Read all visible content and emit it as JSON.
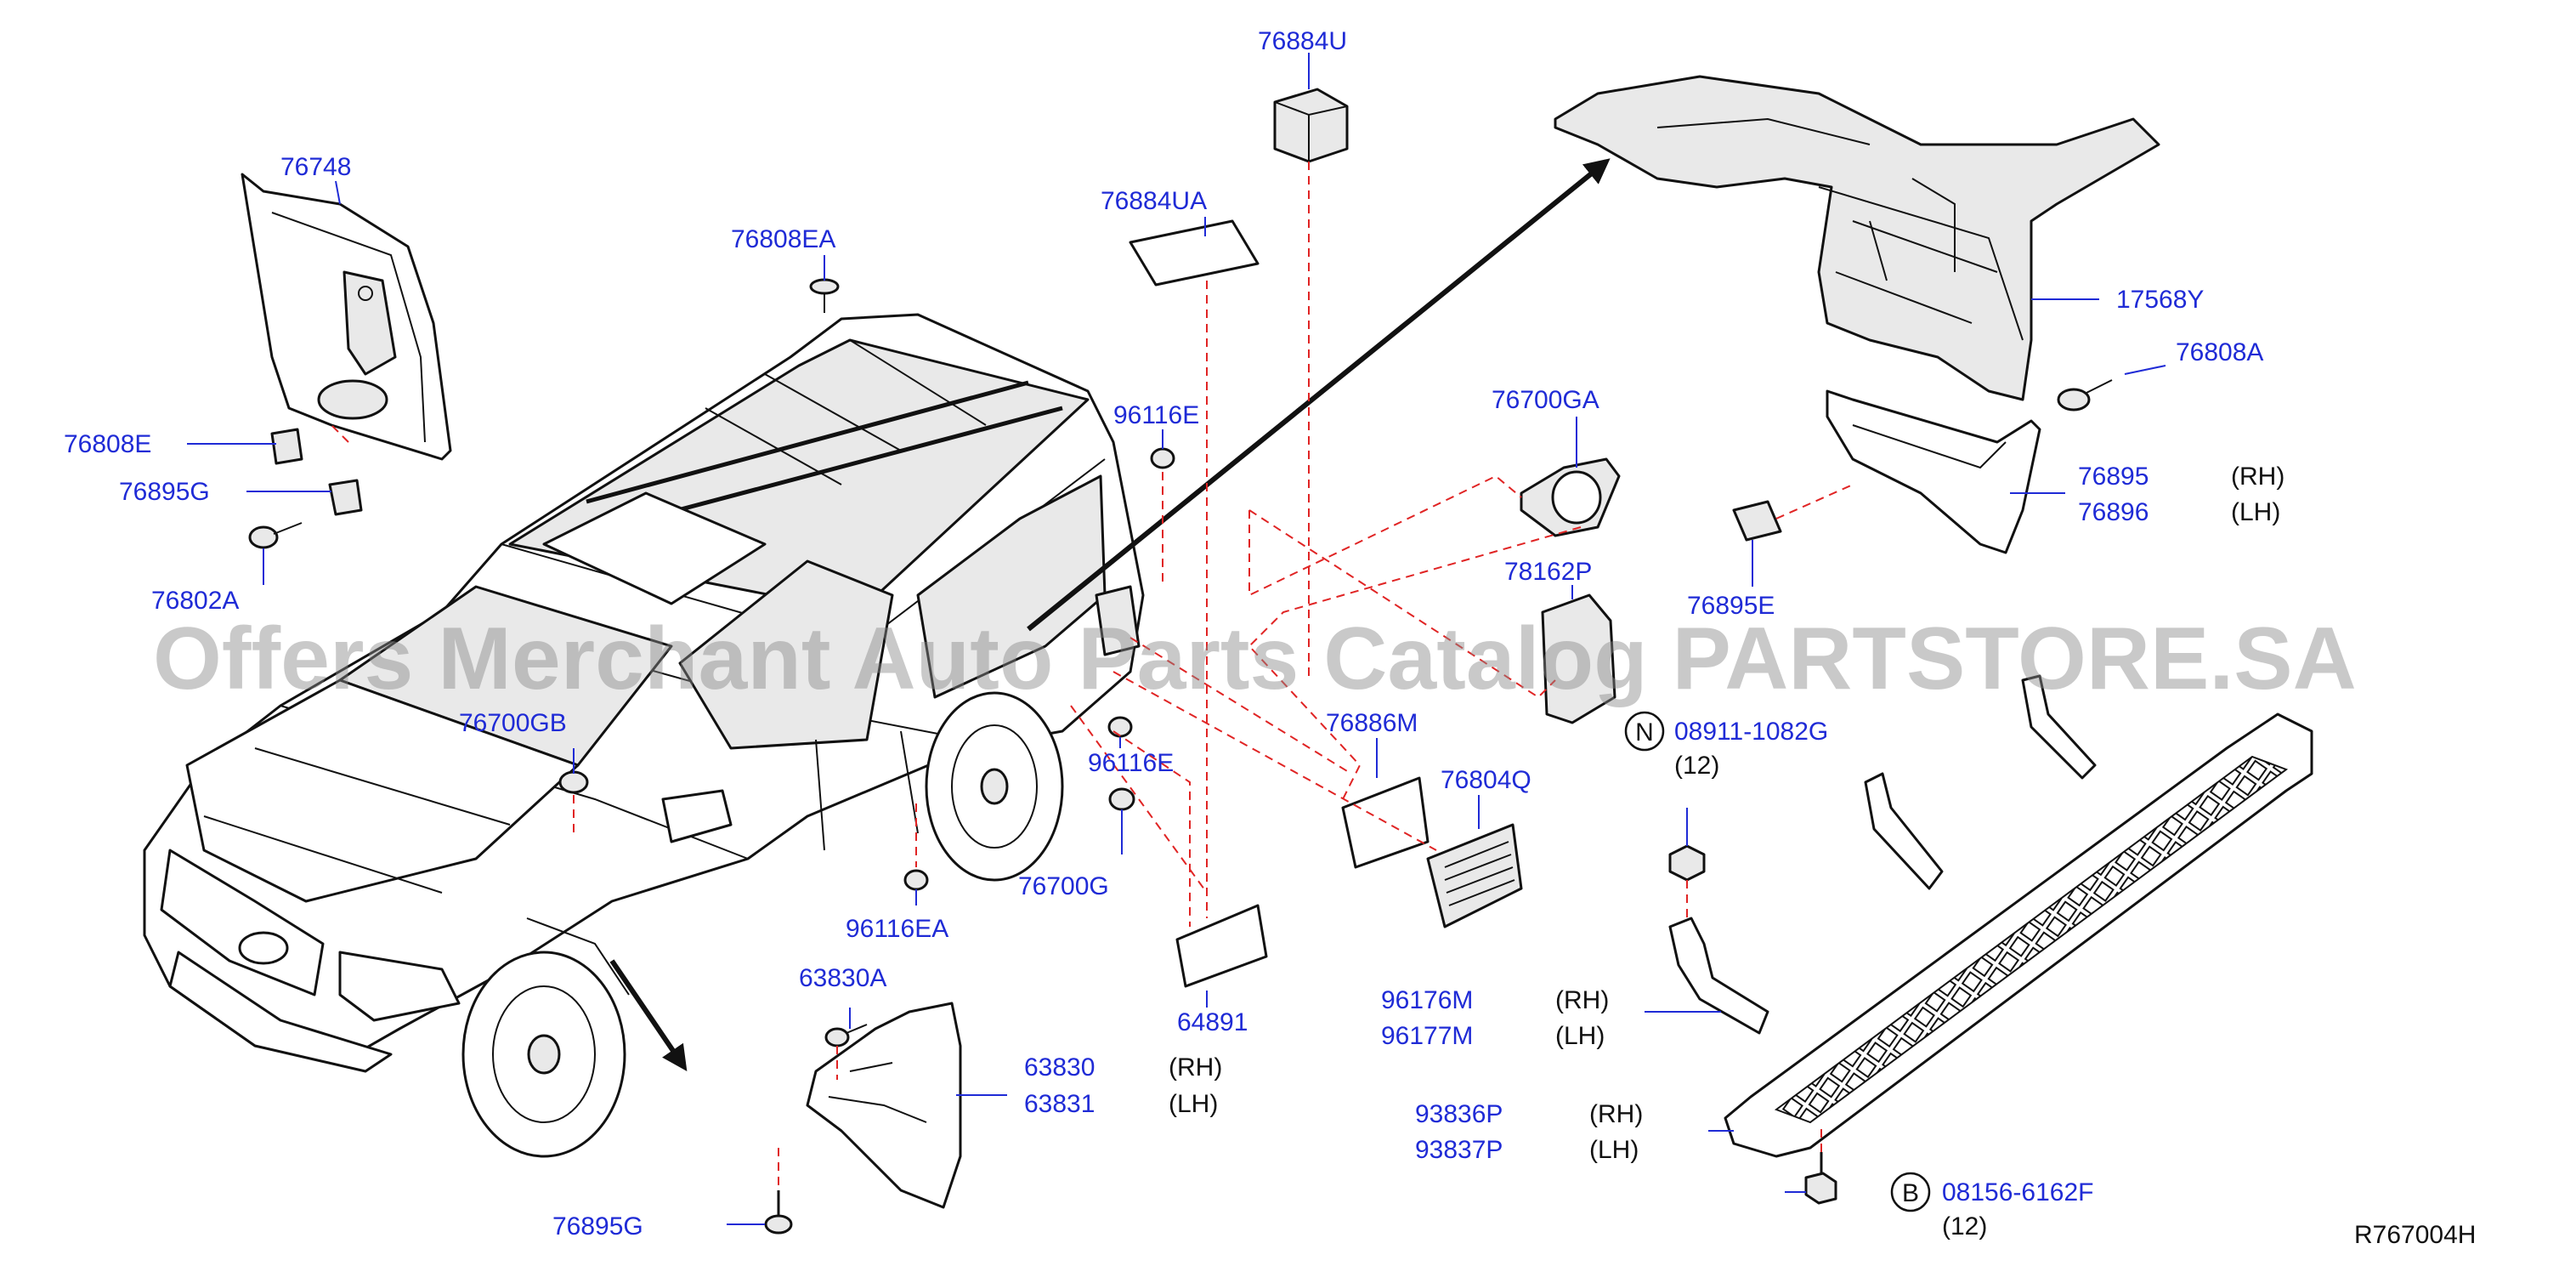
{
  "watermark": "Offers Merchant Auto Parts Catalog PARTSTORE.SA",
  "diagram_code": "R767004H",
  "colors": {
    "label": "#1f2bd6",
    "dash": "#e02424",
    "watermark": "#8a8a8a"
  },
  "labels": {
    "p76884U": "76884U",
    "p76884UA": "76884UA",
    "p76748": "76748",
    "p76808EA": "76808EA",
    "p96116E_top": "96116E",
    "p76700GA": "76700GA",
    "p17568Y": "17568Y",
    "p76808A": "76808A",
    "p76895": "76895",
    "p76896": "76896",
    "rh1": "(RH)",
    "lh1": "(LH)",
    "p76895E": "76895E",
    "p78162P": "78162P",
    "p76808E": "76808E",
    "p76895G_top": "76895G",
    "p76802A": "76802A",
    "p76700GB": "76700GB",
    "p76886M": "76886M",
    "p76804Q": "76804Q",
    "p96116E_mid": "96116E",
    "p76700G": "76700G",
    "p96116EA": "96116EA",
    "p63830A": "63830A",
    "p63830": "63830",
    "p63831": "63831",
    "rh2": "(RH)",
    "lh2": "(LH)",
    "p64891": "64891",
    "p76895G_bot": "76895G",
    "nut_circle": "N",
    "nut_part": "08911-1082G",
    "nut_qty": "(12)",
    "p96176M": "96176M",
    "p96177M": "96177M",
    "rh3": "(RH)",
    "lh3": "(LH)",
    "p93836P": "93836P",
    "p93837P": "93837P",
    "rh4": "(RH)",
    "lh4": "(LH)",
    "bolt_circle": "B",
    "bolt_part": "08156-6162F",
    "bolt_qty": "(12)"
  }
}
